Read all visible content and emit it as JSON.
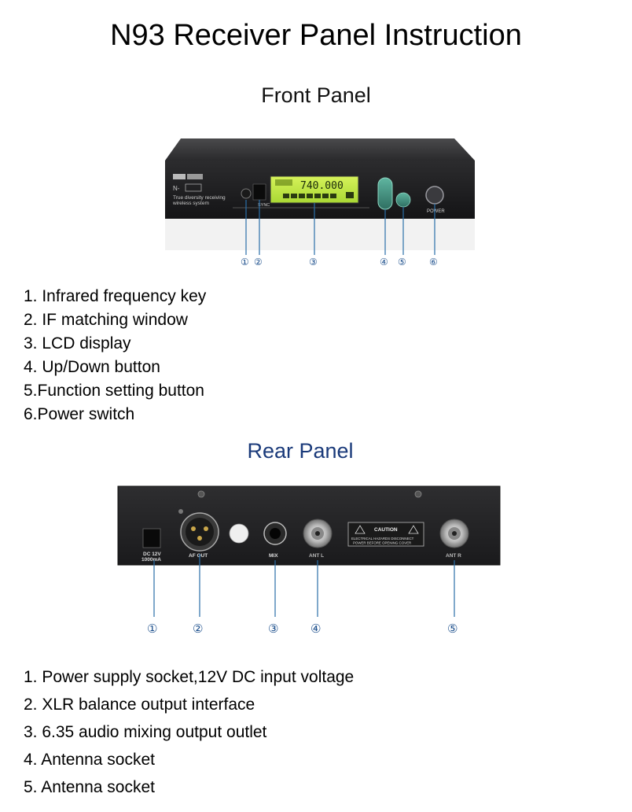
{
  "title": "N93 Receiver Panel Instruction",
  "front": {
    "heading": "Front Panel",
    "device_text": {
      "model": "N-",
      "tagline_1": "True diversity receiving",
      "tagline_2": "wireless system",
      "sync": "SYNC",
      "lcd_freq": "740.000",
      "power": "POWER"
    },
    "callouts": [
      "①",
      "②",
      "③",
      "④",
      "⑤",
      "⑥"
    ],
    "items": [
      "1. Infrared frequency key",
      "2. IF matching window",
      "3. LCD display",
      "4. Up/Down button",
      "5.Function setting button",
      "6.Power switch"
    ]
  },
  "rear": {
    "heading": "Rear Panel",
    "device_text": {
      "dc": "DC 12V",
      "dc_current": "1000mA",
      "af_out": "AF OUT",
      "mix": "MIX",
      "ant_l": "ANT L",
      "caution": "CAUTION",
      "warning_1": "ELECTRICAL HAZARDS DISCONNECT",
      "warning_2": "POWER BEFORE OPENING COVER",
      "ant_r": "ANT R"
    },
    "callouts": [
      "①",
      "②",
      "③",
      "④",
      "⑤"
    ],
    "items": [
      "1. Power supply socket,12V DC input voltage",
      "2. XLR balance output interface",
      "3. 6.35 audio mixing output outlet",
      "4. Antenna socket",
      "5. Antenna socket"
    ]
  }
}
